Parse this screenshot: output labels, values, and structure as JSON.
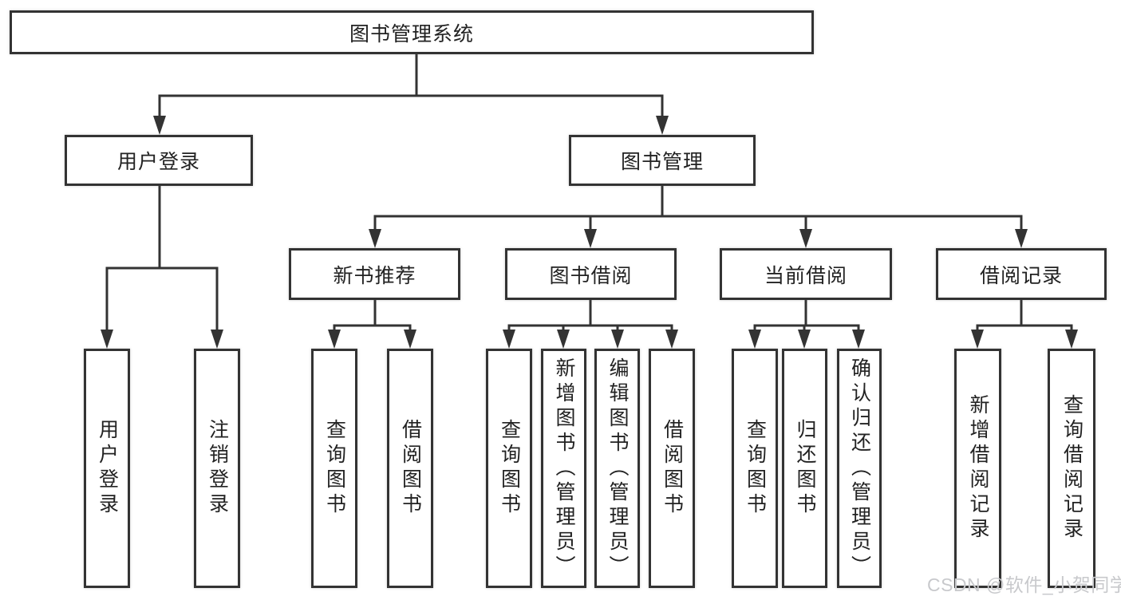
{
  "tree": {
    "label": "图书管理系统",
    "children": [
      {
        "label": "用户登录",
        "children": [
          {
            "label": "用户登录"
          },
          {
            "label": "注销登录"
          }
        ]
      },
      {
        "label": "图书管理",
        "children": [
          {
            "label": "新书推荐",
            "children": [
              {
                "label": "查询图书"
              },
              {
                "label": "借阅图书"
              }
            ]
          },
          {
            "label": "图书借阅",
            "children": [
              {
                "label": "查询图书"
              },
              {
                "label": "新增图书（管理员）"
              },
              {
                "label": "编辑图书（管理员）"
              },
              {
                "label": "借阅图书"
              }
            ]
          },
          {
            "label": "当前借阅",
            "children": [
              {
                "label": "查询图书"
              },
              {
                "label": "归还图书"
              },
              {
                "label": "确认归还（管理员）"
              }
            ]
          },
          {
            "label": "借阅记录",
            "children": [
              {
                "label": "新增借阅记录"
              },
              {
                "label": "查询借阅记录"
              }
            ]
          }
        ]
      }
    ]
  },
  "watermark": {
    "text": "CSDN @软件_小贺同学"
  },
  "colors": {
    "line": "#333333",
    "box_border": "#333333",
    "box_fill": "#ffffff",
    "text": "#222222",
    "watermark": "#c8c9cc",
    "background": "#ffffff"
  }
}
